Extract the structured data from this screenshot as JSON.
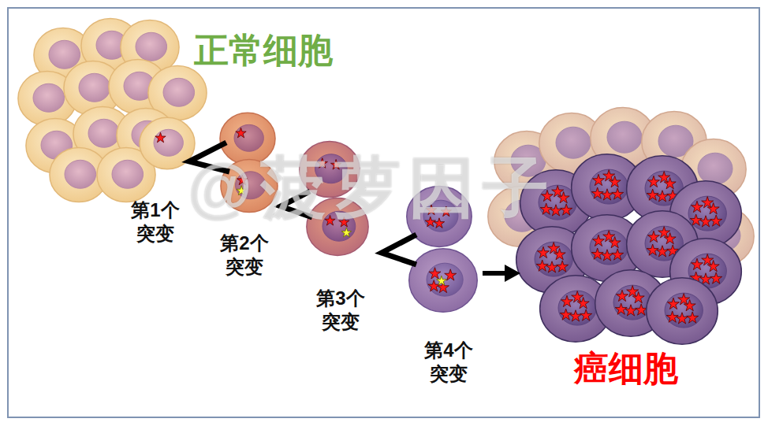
{
  "diagram": {
    "nodes": [
      {
        "text": [
          "正常细胞"
        ]
      },
      {
        "text": [
          "癌细胞"
        ]
      }
    ],
    "labels": [
      "第1个 突变",
      "第2个 突变",
      "第3个 突变",
      "第4个 突变",
      "@菠萝因子"
    ]
  }
}
